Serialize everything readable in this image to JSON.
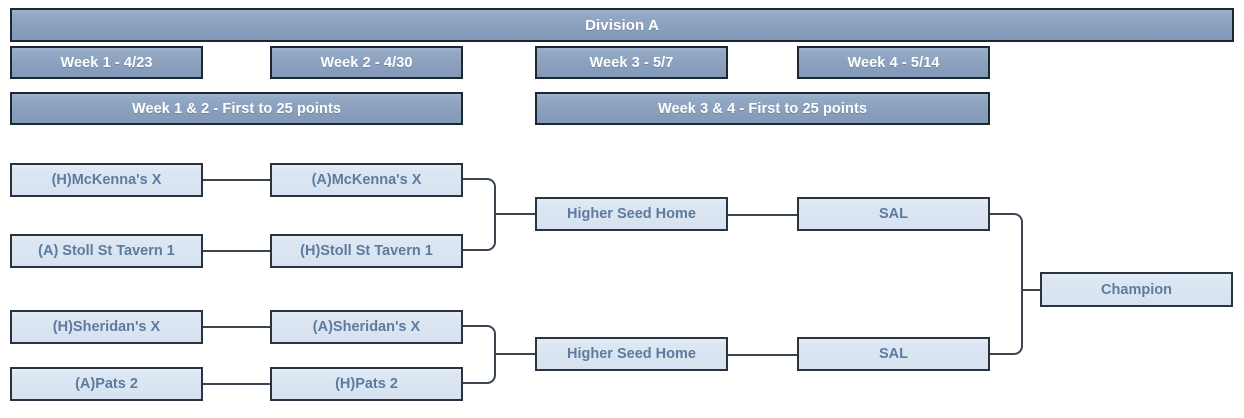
{
  "banner": {
    "division_label": "Division A"
  },
  "weeks": [
    {
      "label": "Week 1 - 4/23"
    },
    {
      "label": "Week 2 - 4/30"
    },
    {
      "label": "Week 3 - 5/7"
    },
    {
      "label": "Week 4 - 5/14"
    }
  ],
  "rules": [
    {
      "label": "Week 1 & 2 - First to 25 points"
    },
    {
      "label": "Week 3 & 4 - First to 25 points"
    }
  ],
  "bracket": {
    "round1": [
      {
        "label": "(H)McKenna's X"
      },
      {
        "label": "(A) Stoll St Tavern 1"
      },
      {
        "label": "(H)Sheridan's X"
      },
      {
        "label": "(A)Pats 2"
      }
    ],
    "round2": [
      {
        "label": "(A)McKenna's X"
      },
      {
        "label": "(H)Stoll St Tavern 1"
      },
      {
        "label": "(A)Sheridan's X"
      },
      {
        "label": "(H)Pats 2"
      }
    ],
    "round3": [
      {
        "label": "Higher Seed Home"
      },
      {
        "label": "Higher Seed Home"
      }
    ],
    "round4": [
      {
        "label": "SAL"
      },
      {
        "label": "SAL"
      }
    ],
    "final": {
      "label": "Champion"
    }
  },
  "colors": {
    "header_fill": "#8aa0bd",
    "header_border": "#1d2733",
    "header_text": "#ffffff",
    "box_fill": "#dde7f3",
    "box_border": "#2a333e",
    "box_text": "#5d7b9e",
    "connector": "#3a4450",
    "page_background": "#ffffff"
  }
}
